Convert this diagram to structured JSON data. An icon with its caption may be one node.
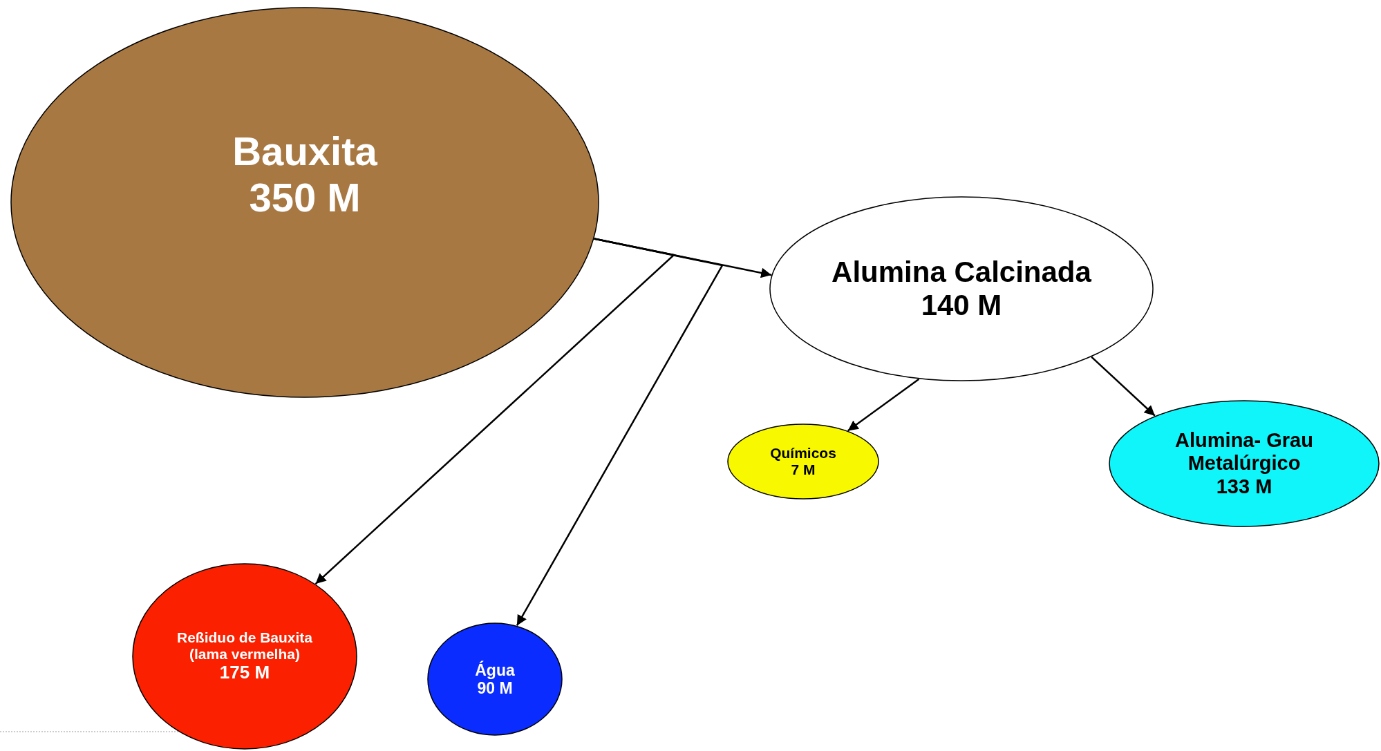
{
  "diagram": {
    "nodes": [
      {
        "text": [
          "Bauxita",
          "350 M"
        ]
      },
      {
        "text": [
          "Alumina Calcinada",
          "140 M"
        ]
      },
      {
        "text": [
          "Químicos",
          "7 M"
        ]
      },
      {
        "text": [
          "Alumina- Grau Metalúrgico",
          "133 M"
        ]
      },
      {
        "text": [
          "Reßiduo de Bauxita (lama vermelha)",
          "175 M"
        ]
      },
      {
        "text": [
          "Água",
          "90 M"
        ]
      }
    ],
    "edges": [
      {
        "from": 0,
        "to": 1,
        "arrow": "to"
      },
      {
        "from": 0,
        "to": 4,
        "arrow": "to"
      },
      {
        "from": 0,
        "to": 5,
        "arrow": "to"
      },
      {
        "from": 1,
        "to": 2,
        "arrow": "to"
      },
      {
        "from": 1,
        "to": 3,
        "arrow": "to"
      }
    ]
  }
}
